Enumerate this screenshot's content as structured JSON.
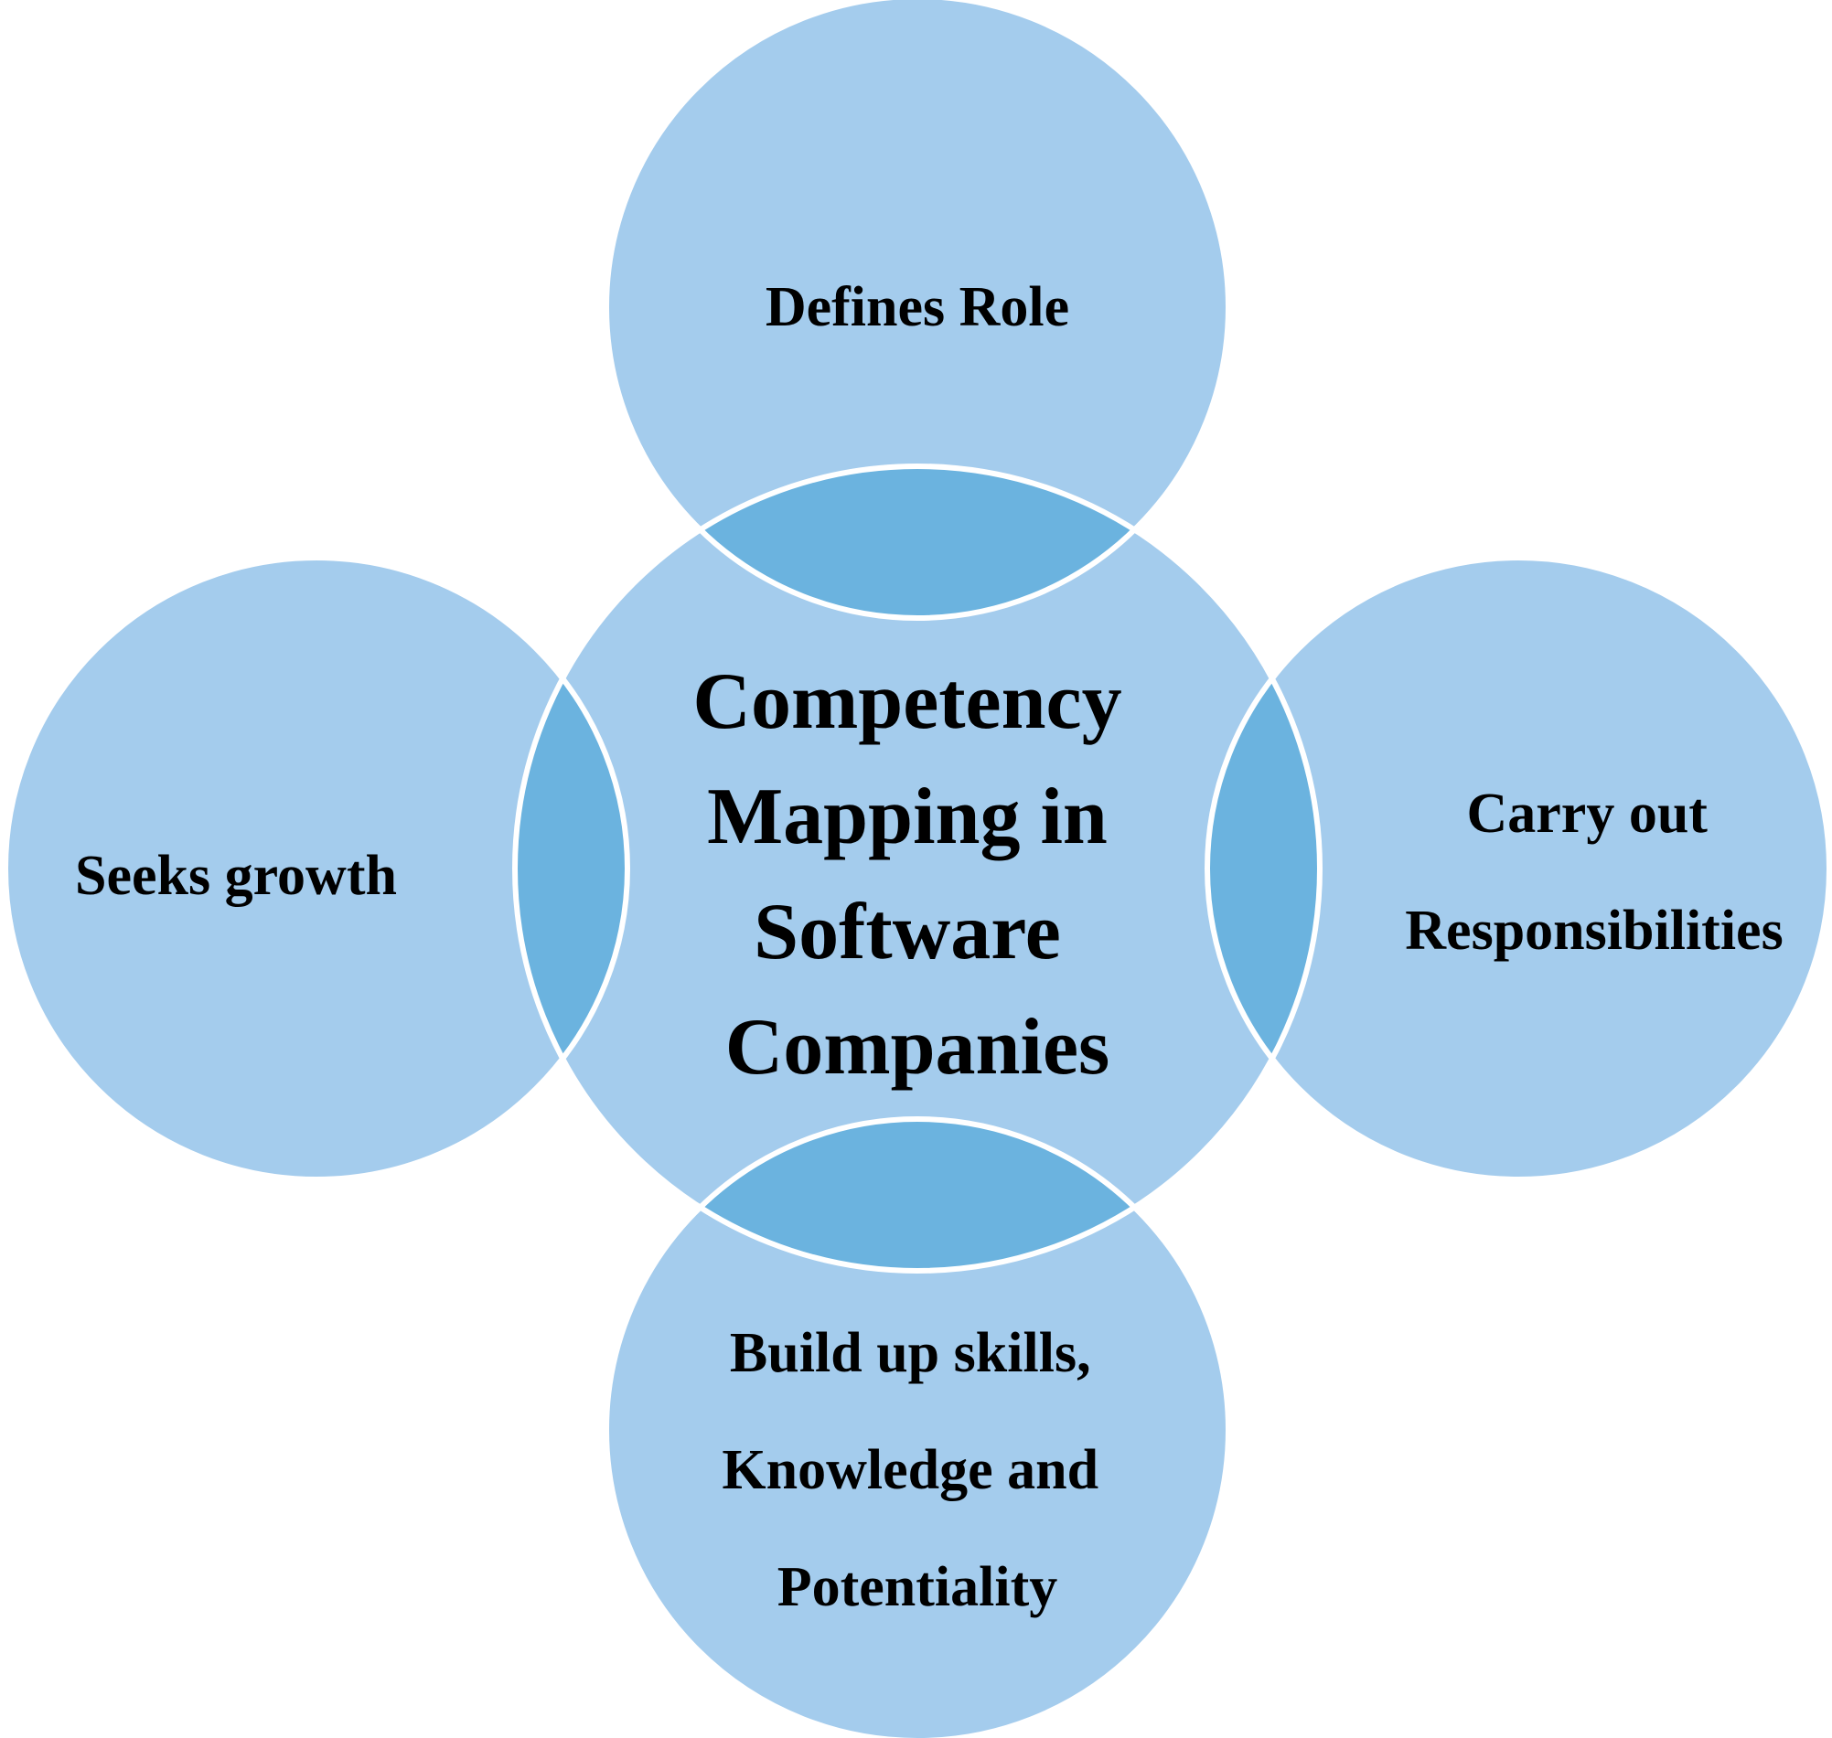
{
  "diagram": {
    "center": {
      "lines": [
        "Competency",
        "Mapping in",
        "Software",
        "Companies"
      ]
    },
    "nodes": [
      {
        "id": "top",
        "lines": [
          "Defines Role"
        ]
      },
      {
        "id": "right",
        "lines": [
          "Carry out",
          "Responsibilities"
        ]
      },
      {
        "id": "bottom",
        "lines": [
          "Build up skills,",
          "Knowledge and",
          "Potentiality"
        ]
      },
      {
        "id": "left",
        "lines": [
          "Seeks growth"
        ]
      }
    ],
    "colors": {
      "circle_fill": "#a4cced",
      "overlap_fill": "#6bb3df",
      "outline": "#ffffff"
    }
  }
}
